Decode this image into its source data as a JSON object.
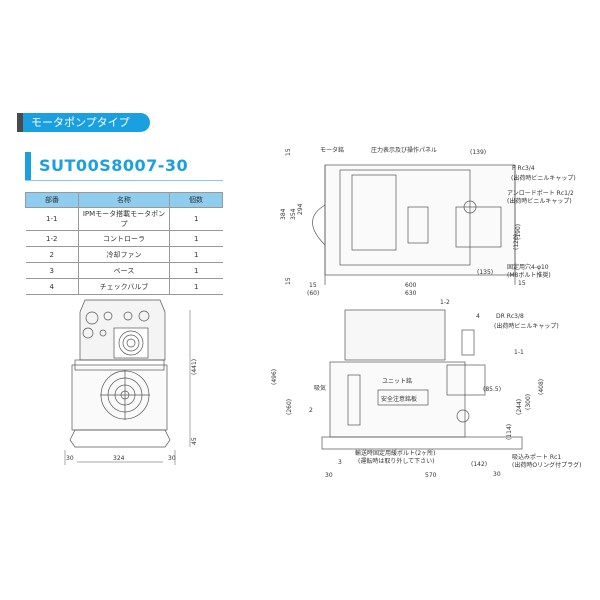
{
  "banner": {
    "label": "モータポンプタイプ",
    "color": "#1aa0e0"
  },
  "model": {
    "name": "SUT00S8007-30"
  },
  "parts_table": {
    "headers": [
      "部番",
      "名称",
      "個数"
    ],
    "rows": [
      {
        "no": "1-1",
        "name": "IPMモータ搭載モータポンプ",
        "qty": "1"
      },
      {
        "no": "1-2",
        "name": "コントローラ",
        "qty": "1"
      },
      {
        "no": "2",
        "name": "冷却ファン",
        "qty": "1"
      },
      {
        "no": "3",
        "name": "ベース",
        "qty": "1"
      },
      {
        "no": "4",
        "name": "チェックバルブ",
        "qty": "1"
      }
    ]
  },
  "front_view": {
    "dims": {
      "height": "(441)",
      "base": "45",
      "width": "324",
      "left_margin": "30",
      "right_margin": "30"
    }
  },
  "top_view": {
    "labels": {
      "motor_frame": "モータ銘",
      "panel": "圧力表示及び操作パネル",
      "p_port": "P Rc3/4",
      "p_port_note": "(出荷時ビニルキャップ)",
      "unload_port": "アンロードポート Rc1/2",
      "unload_note": "(出荷時ビニルキャップ)",
      "fix_hole": "固定用穴4-φ10",
      "fix_hole_note": "(M8ボルト推奨)"
    },
    "dims": {
      "d384": "384",
      "d354": "354",
      "d294": "294",
      "d15a": "15",
      "d15b": "15",
      "d15c": "15",
      "d600": "600",
      "d60": "(60)",
      "d630": "630",
      "d139": "(139)",
      "d190": "(190)",
      "d120": "(120)",
      "d135": "(135)",
      "d15r": "15"
    }
  },
  "side_view": {
    "labels": {
      "intake": "吸気",
      "dr_port": "DR Rc3/8",
      "dr_note": "(出荷時ビニルキャップ)",
      "safety": "安全注意銘板",
      "unit": "ユニット銘",
      "bolt": "輸送時固定用緩ボルト(2ヶ所)",
      "bolt_note": "(運転時は取り外して下さい)",
      "suction": "吸込みポート Rc1",
      "suction_note": "(出荷時Oリング付プラグ)"
    },
    "callouts": [
      "1-2",
      "4",
      "1-1",
      "2",
      "3"
    ],
    "dims": {
      "d496": "(496)",
      "d260": "(260)",
      "d570": "570",
      "d30a": "30",
      "d30b": "30",
      "d408": "(408)",
      "d300": "(300)",
      "d244": "(244)",
      "d114": "(114)",
      "d142": "(142)",
      "d855": "(85.5)"
    }
  }
}
